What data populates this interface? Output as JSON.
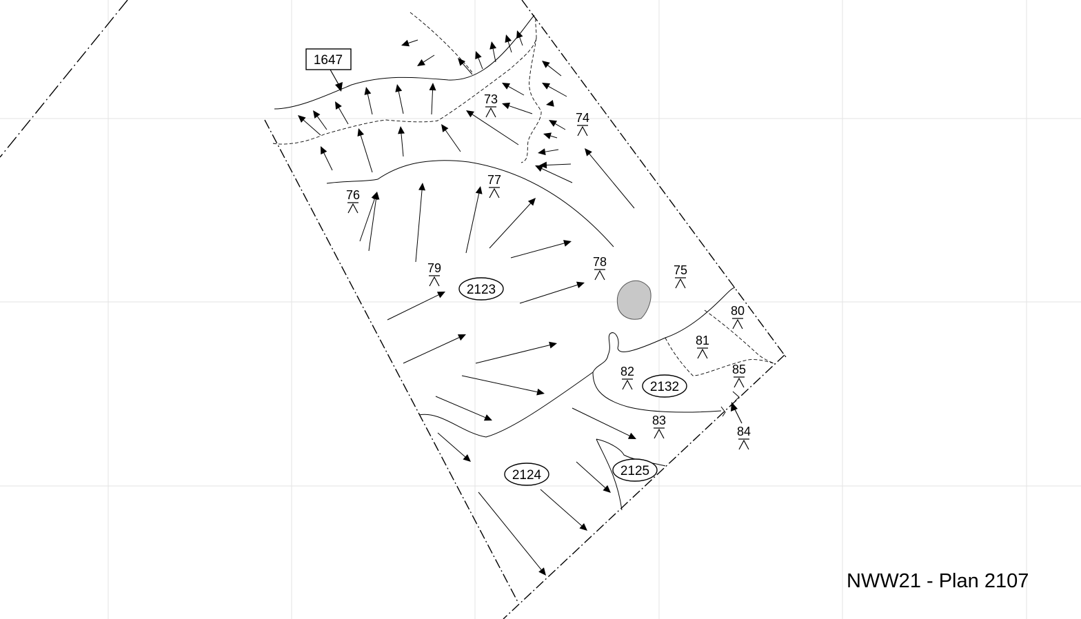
{
  "caption": "NWW21 - Plan 2107",
  "context_labels": {
    "c2123": "2123",
    "c2124": "2124",
    "c2125": "2125",
    "c2132": "2132"
  },
  "box_label": "1647",
  "level_points": {
    "p73": "73",
    "p74": "74",
    "p75": "75",
    "p76": "76",
    "p77": "77",
    "p78": "78",
    "p79": "79",
    "p80": "80",
    "p81": "81",
    "p82": "82",
    "p83": "83",
    "p84": "84",
    "p85": "85"
  },
  "colors": {
    "ink": "#000000",
    "stone": "#c8c8c8",
    "grid": "#e3e3e3"
  }
}
